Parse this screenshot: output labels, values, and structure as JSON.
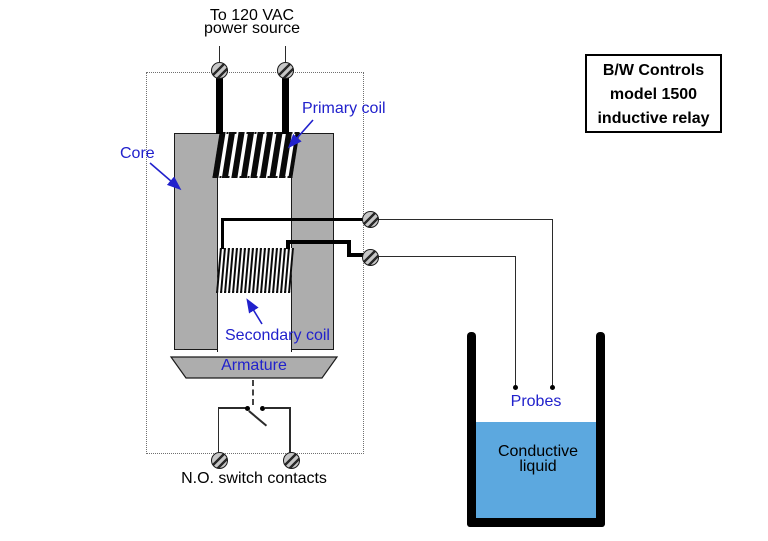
{
  "diagram": {
    "power_label": {
      "line1": "To 120 VAC",
      "line2": "power source"
    },
    "relay": {
      "core_label": "Core",
      "primary_coil_label": "Primary coil",
      "secondary_coil_label": "Secondary coil",
      "armature_label": "Armature",
      "switch_label": "N.O. switch contacts"
    },
    "info_box": {
      "line1": "B/W Controls",
      "line2": "model 1500",
      "line3": "inductive relay"
    },
    "tank": {
      "probes_label": "Probes",
      "liquid_label_line1": "Conductive",
      "liquid_label_line2": "liquid"
    }
  },
  "colors": {
    "label_blue": "#2121cc",
    "core_gray": "#adadad",
    "screw_gray": "#c7c7c7",
    "liquid_blue": "#5ca8df",
    "wire_black": "#000000"
  }
}
